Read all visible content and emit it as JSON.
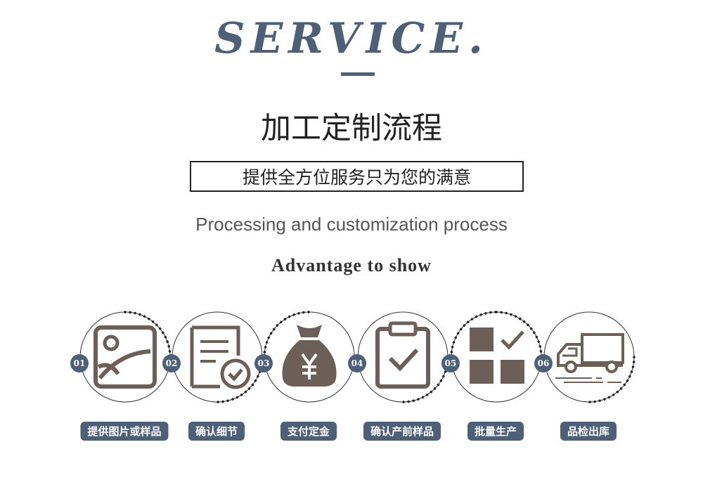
{
  "header": {
    "service": "SERVICE.",
    "title_cn": "加工定制流程",
    "slogan": "提供全方位服务只为您的满意",
    "subtitle_en": "Processing and customization process",
    "advantage": "Advantage to show"
  },
  "colors": {
    "accent": "#4e5f78",
    "icon": "#6b5f57"
  },
  "steps": [
    {
      "num": "01",
      "label": "提供图片或样品",
      "icon": "image-icon"
    },
    {
      "num": "02",
      "label": "确认细节",
      "icon": "document-check-icon"
    },
    {
      "num": "03",
      "label": "支付定金",
      "icon": "money-bag-icon"
    },
    {
      "num": "04",
      "label": "确认产前样品",
      "icon": "clipboard-check-icon"
    },
    {
      "num": "05",
      "label": "批量生产",
      "icon": "production-blocks-icon"
    },
    {
      "num": "06",
      "label": "品检出库",
      "icon": "delivery-truck-icon"
    }
  ]
}
